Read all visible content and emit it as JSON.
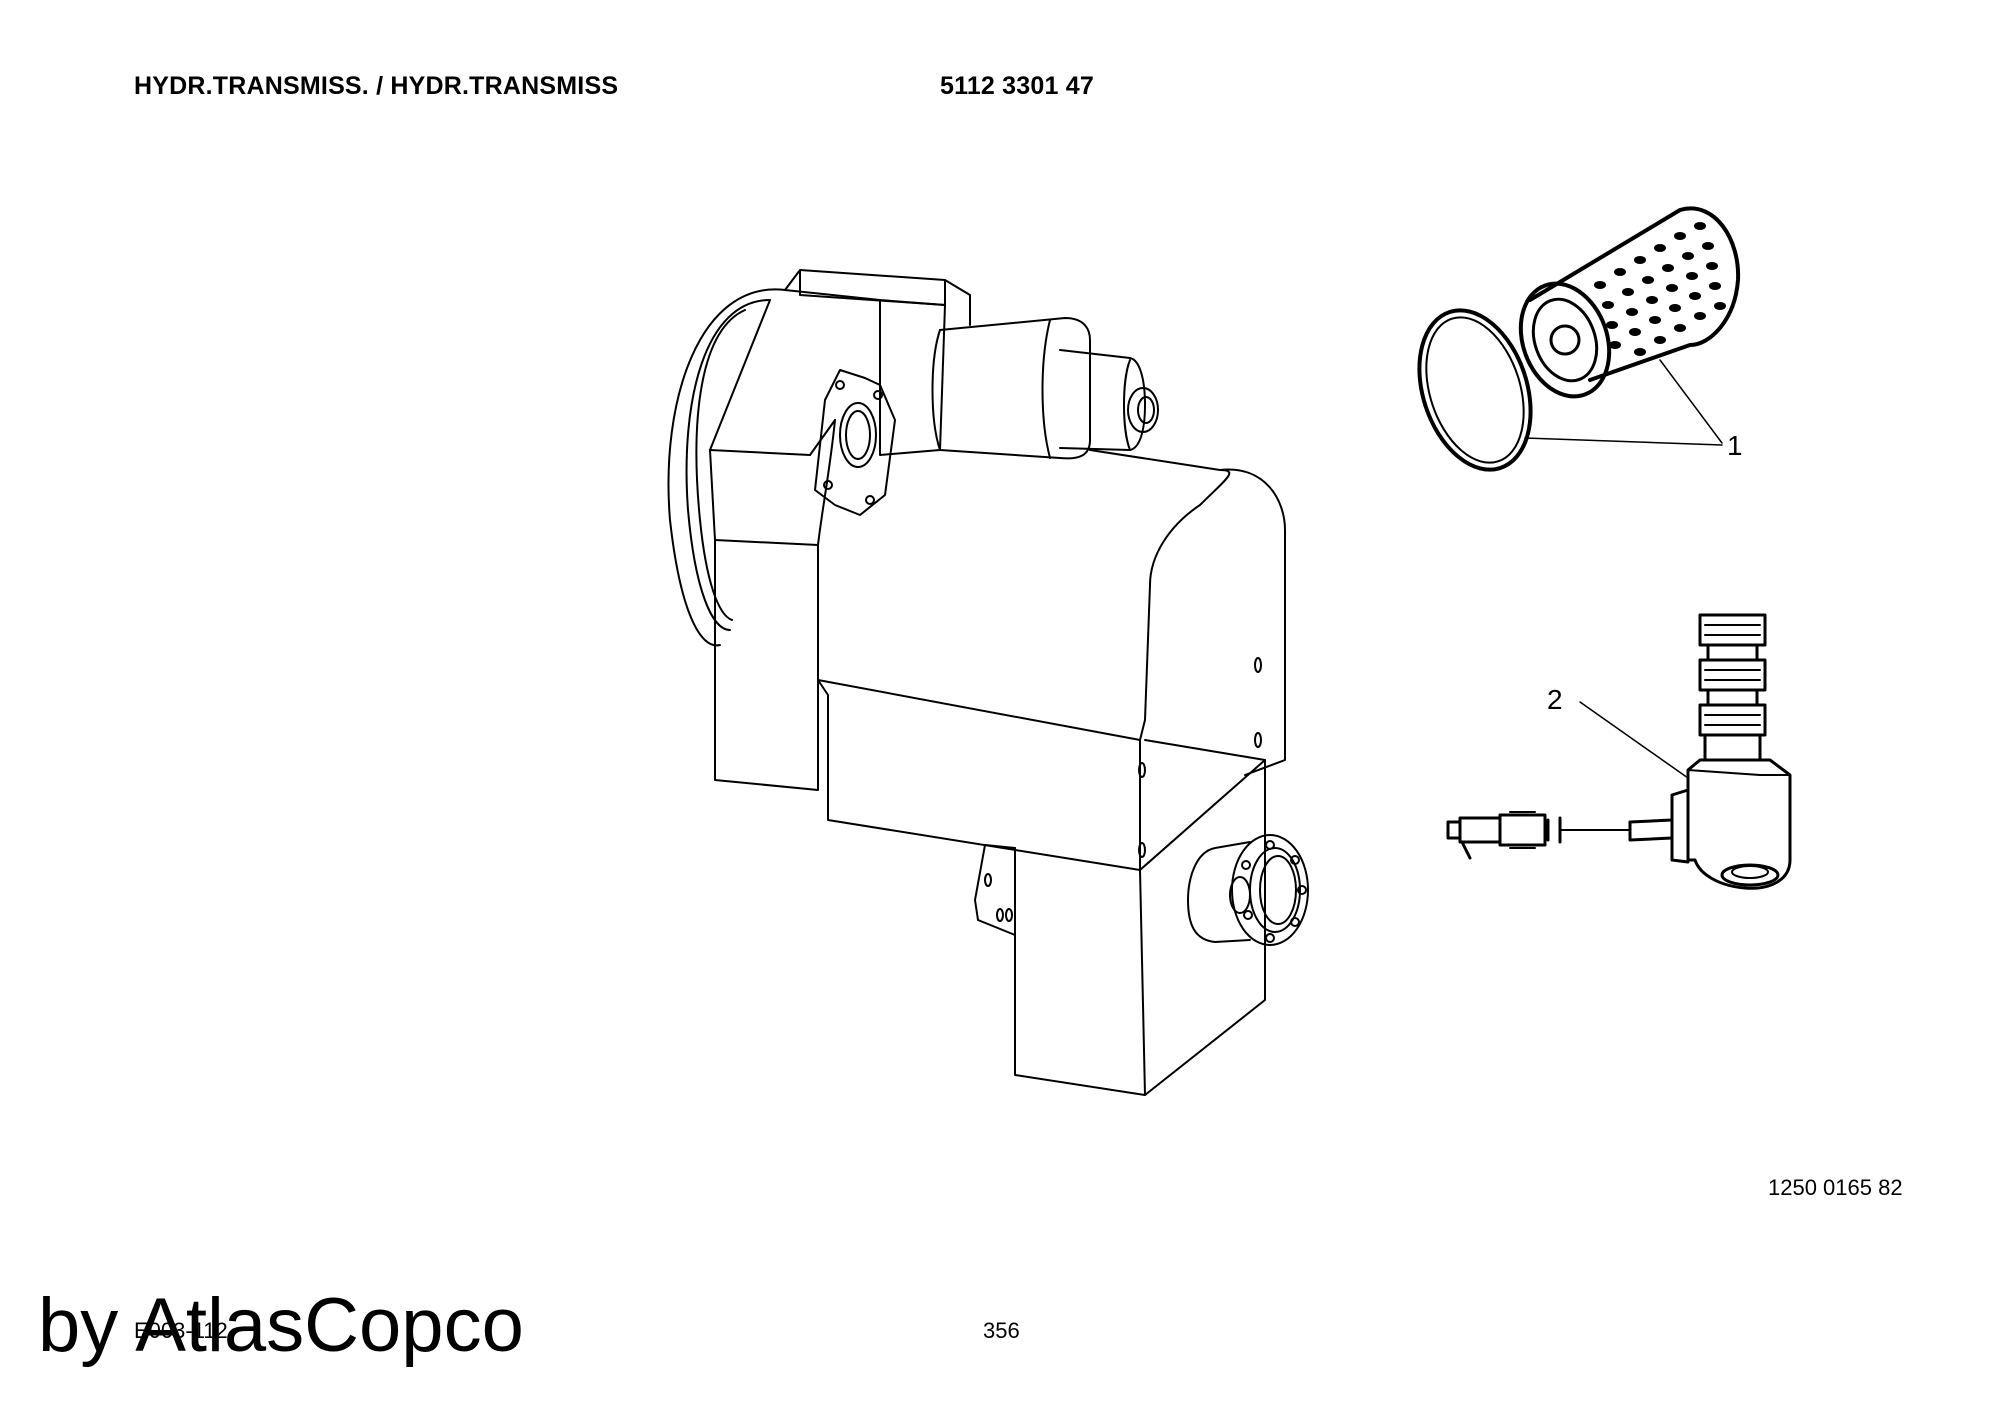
{
  "header": {
    "title": "HYDR.TRANSMISS. / HYDR.TRANSMISS",
    "part_number": "5112 3301 47"
  },
  "callouts": [
    "1",
    "2"
  ],
  "footer": {
    "reference_number": "1250 0165 82",
    "page_number": "356",
    "doc_code": "E003-112",
    "watermark": "by AtlasCopco"
  },
  "colors": {
    "line": "#000000",
    "background": "#ffffff"
  }
}
